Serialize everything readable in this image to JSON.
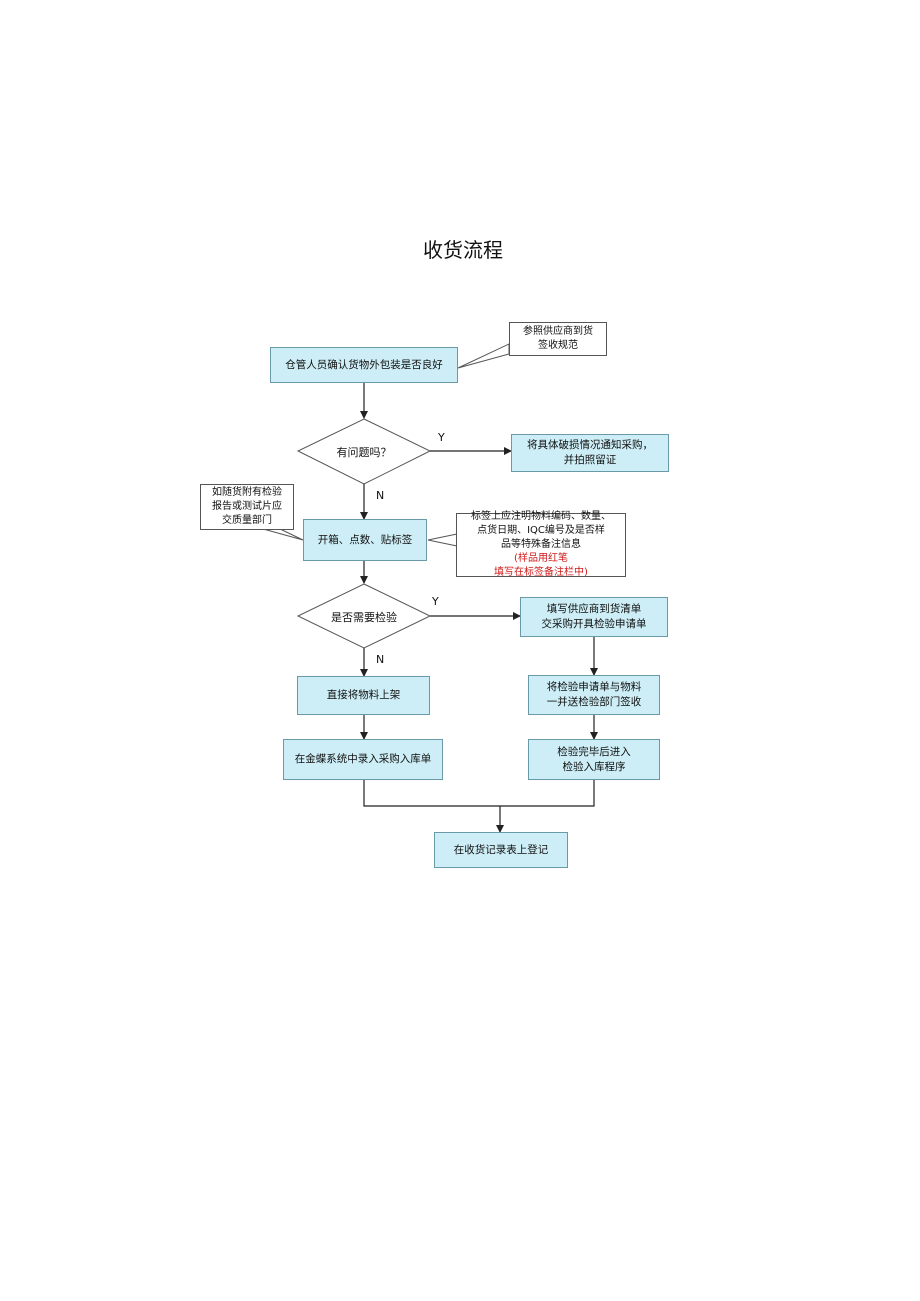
{
  "title": "收货流程",
  "nodes": {
    "confirm_package": "仓管人员确认货物外包装是否良好",
    "has_problem": "有问题吗？",
    "notify_purchase": "将具体破损情况通知采购，\n并拍照留证",
    "open_count_label": "开箱、点数、贴标签",
    "need_inspection": "是否需要检验",
    "shelve_directly": "直接将物料上架",
    "kingdee_entry": "在金蝶系统中录入采购入库单",
    "fill_delivery_note": "填写供应商到货清单\n交采购开具检验申请单",
    "send_to_quality": "将检验申请单与物料\n一并送检验部门签收",
    "inspection_done": "检验完毕后进入\n检验入库程序",
    "register_record": "在收货记录表上登记"
  },
  "callouts": {
    "supplier_spec": "参照供应商到货\n签收规范",
    "attached_report": "如随货附有检验\n报告或测试片应\n交质量部门",
    "label_note_black": "标签上应注明物料编码、数量、\n点货日期、IQC编号及是否样\n品等特殊备注信息",
    "label_note_red": "(样品用红笔\n填写在标签备注栏中)"
  },
  "branches": {
    "y1": "Y",
    "n1": "N",
    "y2": "Y",
    "n2": "N"
  },
  "colors": {
    "box_fill": "#cdeef6",
    "box_border": "#6a9aa8",
    "line": "#222222",
    "red_note": "#d01818"
  }
}
